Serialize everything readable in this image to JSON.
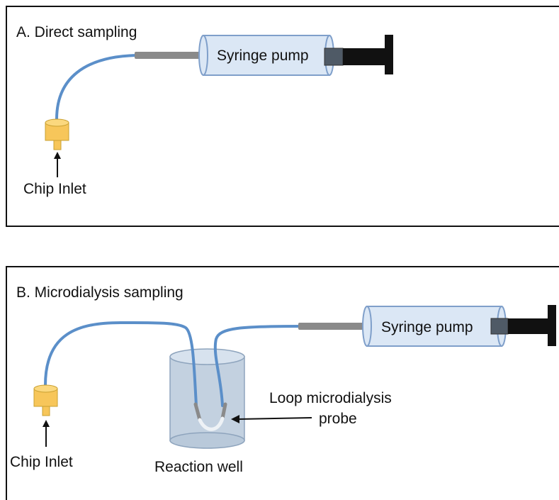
{
  "panel_a": {
    "title": "A. Direct sampling",
    "syringe_label": "Syringe pump",
    "inlet_label": "Chip Inlet"
  },
  "panel_b": {
    "title": "B. Microdialysis sampling",
    "syringe_label": "Syringe pump",
    "inlet_label": "Chip Inlet",
    "well_label": "Reaction well",
    "probe_label_line1": "Loop microdialysis",
    "probe_label_line2": "probe"
  },
  "colors": {
    "tubing": "#5b8fc9",
    "syringe_barrel": "#dbe7f5",
    "syringe_edge": "#7f9fca",
    "plunger": "#111111",
    "needle": "#8a8a8a",
    "inlet": "#f7c65a",
    "well": "#b9c9da"
  }
}
